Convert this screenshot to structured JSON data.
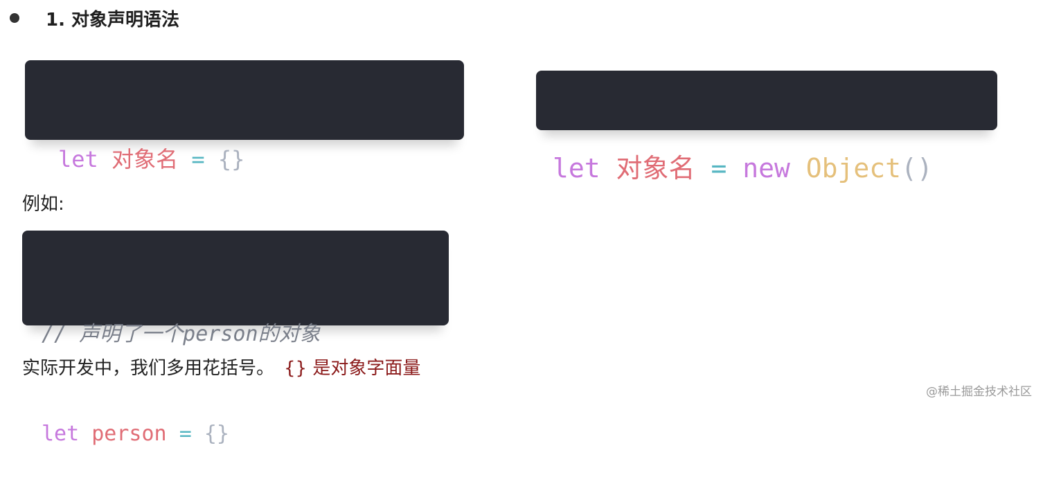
{
  "heading": {
    "text": "1. 对象声明语法"
  },
  "code_literal": {
    "keyword": "let",
    "name": "对象名",
    "op": "=",
    "value": "{}"
  },
  "code_new": {
    "keyword": "let",
    "name": "对象名",
    "op": "=",
    "new_kw": "new",
    "class_name": "Object",
    "parens": "()"
  },
  "example": {
    "label": "例如:",
    "comment": "// 声明了一个person的对象",
    "keyword": "let",
    "name": "person",
    "op": "=",
    "value": "{}"
  },
  "summary": {
    "text": "实际开发中，我们多用花括号。",
    "highlight": "{} 是对象字面量"
  },
  "watermark": "@稀土掘金技术社区",
  "colors": {
    "code_bg": "#282a33",
    "keyword": "#c678dd",
    "variable": "#e06c75",
    "operator": "#56b6c2",
    "class": "#e5c07b",
    "highlight": "#8b1a1a"
  }
}
